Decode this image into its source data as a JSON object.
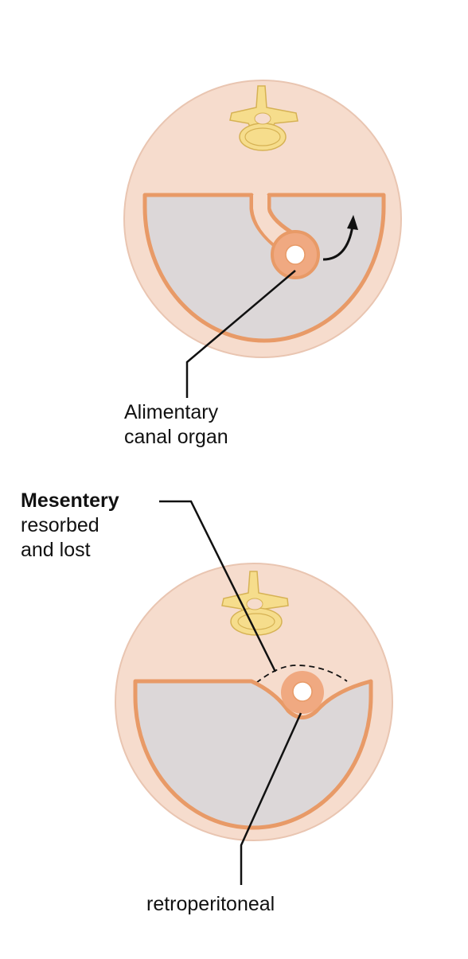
{
  "labels": {
    "alimentary_line1": "Alimentary",
    "alimentary_line2": "canal organ",
    "mesentery": "Mesentery",
    "mesentery_line2": "resorbed",
    "mesentery_line3": "and lost",
    "retroperitoneal": "retroperitoneal"
  },
  "colors": {
    "body": "#f6dccd",
    "body_outline": "#e9c5b1",
    "cavity": "#dcd7d8",
    "peritoneum": "#e89a67",
    "organ": "#f0a981",
    "lumen": "#ffffff",
    "vertebra": "#f6dd8c",
    "vertebra_outline": "#d6b254",
    "leader": "#111111"
  },
  "icons": {
    "vertebra": "vertebra-icon",
    "arrow": "curved-arrow-icon"
  }
}
